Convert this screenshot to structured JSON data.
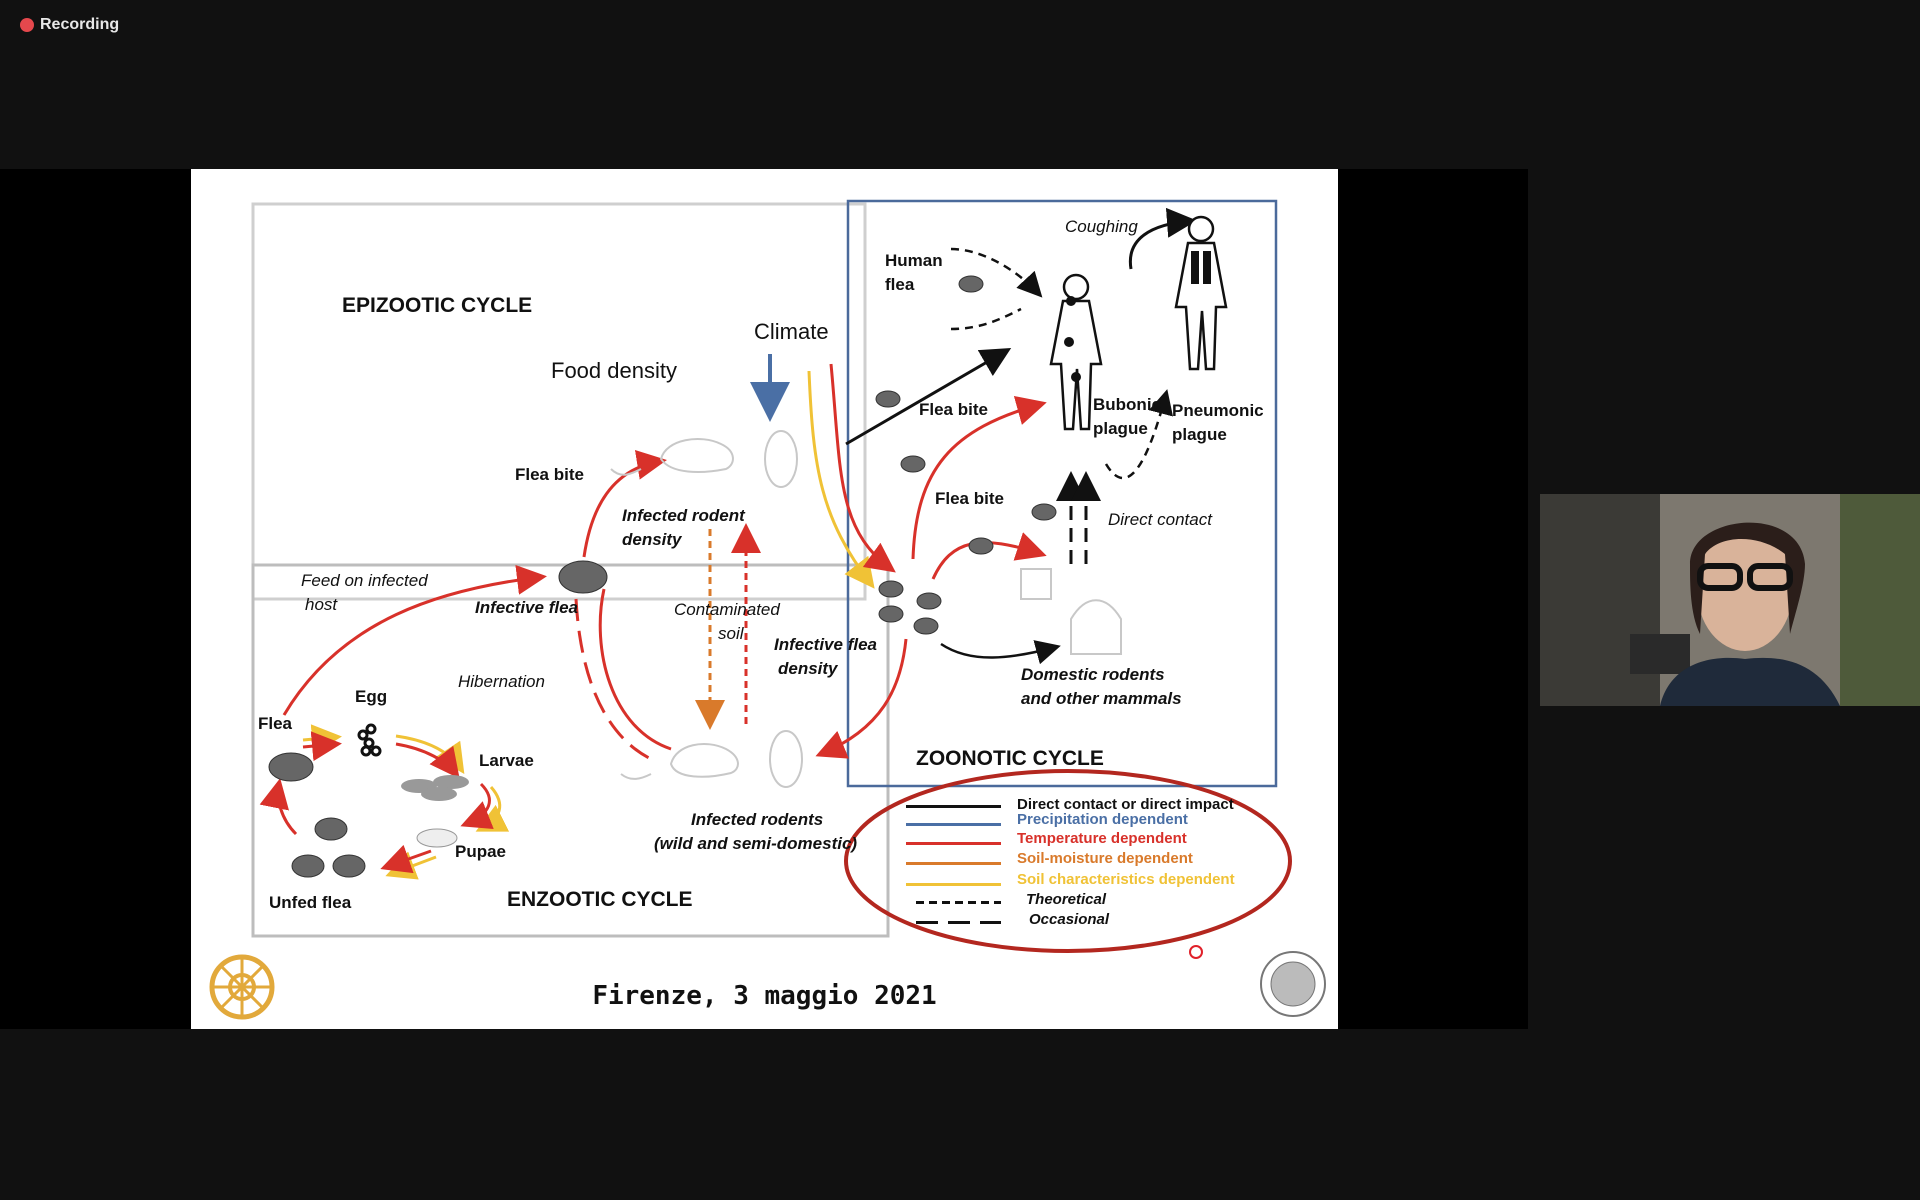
{
  "recording": {
    "label": "Recording",
    "dot_color": "#e5484d"
  },
  "slide": {
    "titles": {
      "epizootic": "EPIZOOTIC CYCLE",
      "enzootic": "ENZOOTIC CYCLE",
      "zoonotic": "ZOONOTIC CYCLE"
    },
    "labels": {
      "climate": "Climate",
      "food_density": "Food density",
      "flea_bite_1": "Flea bite",
      "infected_rodent_density_1": "Infected rodent",
      "infected_rodent_density_2": "density",
      "feed_on_infected_1": "Feed on infected",
      "feed_on_infected_2": "host",
      "infective_flea": "Infective flea",
      "contaminated_1": "Contaminated",
      "contaminated_2": "soil",
      "infective_flea_density_1": "Infective flea",
      "infective_flea_density_2": "density",
      "hibernation": "Hibernation",
      "egg": "Egg",
      "flea": "Flea",
      "larvae": "Larvae",
      "pupae": "Pupae",
      "unfed_flea": "Unfed flea",
      "infected_rodents_1": "Infected rodents",
      "infected_rodents_2": "(wild and semi-domestic)",
      "human_flea_1": "Human",
      "human_flea_2": "flea",
      "coughing": "Coughing",
      "flea_bite_2": "Flea bite",
      "flea_bite_3": "Flea bite",
      "bubonic_1": "Bubonic",
      "bubonic_2": "plague",
      "pneumonic_1": "Pneumonic",
      "pneumonic_2": "plague",
      "direct_contact": "Direct contact",
      "domestic_1": "Domestic rodents",
      "domestic_2": "and other mammals"
    },
    "legend": [
      {
        "text": "Direct contact or direct impact",
        "color": "#111111"
      },
      {
        "text": "Precipitation dependent",
        "color": "#4a6fa5"
      },
      {
        "text": "Temperature dependent",
        "color": "#d8312a"
      },
      {
        "text": "Soil-moisture dependent",
        "color": "#d97a2b"
      },
      {
        "text": "Soil characteristics  dependent",
        "color": "#f0c236"
      },
      {
        "text": "Theoretical",
        "color": "#111111"
      },
      {
        "text": "Occasional",
        "color": "#111111"
      }
    ],
    "footer": "Firenze, 3 maggio 2021"
  },
  "colors": {
    "temperature": "#d8312a",
    "precipitation": "#4a6fa5",
    "soil_moisture": "#d97a2b",
    "soil_characteristics": "#f0c236",
    "highlight_ellipse": "#b3271f",
    "rotary_gold": "#e2a93b"
  }
}
